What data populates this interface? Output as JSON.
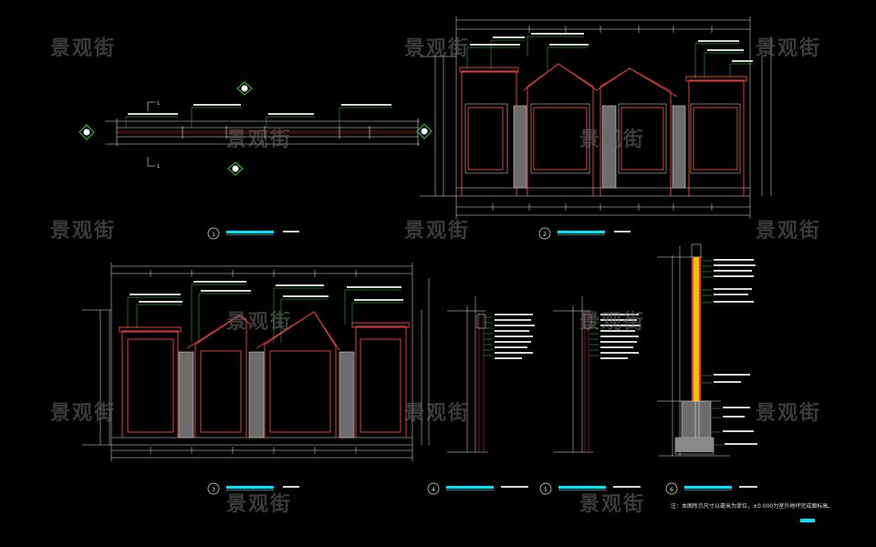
{
  "watermark": "景观街",
  "note": "注：本图所示尺寸以毫米为单位，±0.000为室外地坪完成面标高。",
  "colors": {
    "background": "#000000",
    "wall": "#e23b3b",
    "dimension": "#e6e6e6",
    "leader": "#2bd82b",
    "title": "#00e5ff",
    "hatch": "#6c6c6c",
    "core": "#f2c200"
  },
  "titles": [
    {
      "num": "1"
    },
    {
      "num": "2"
    },
    {
      "num": "3"
    },
    {
      "num": "4"
    },
    {
      "num": "5"
    },
    {
      "num": "6"
    }
  ],
  "section_markers": [
    "1",
    "1"
  ]
}
